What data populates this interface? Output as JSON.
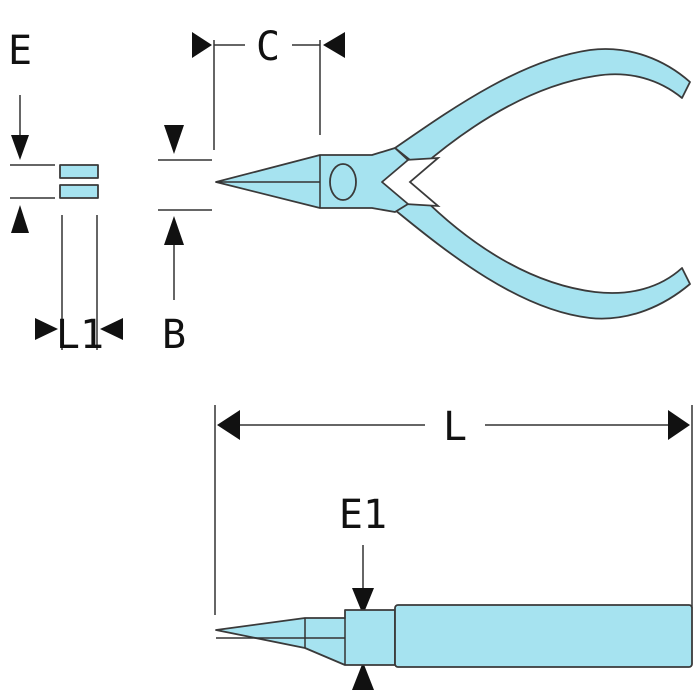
{
  "labels": {
    "E": "E",
    "C": "C",
    "L1": "L1",
    "B": "B",
    "L": "L",
    "E1": "E1"
  },
  "colors": {
    "tool_fill": "#a6e3f0",
    "outline": "#3a3a3a",
    "dimension": "#111111"
  }
}
